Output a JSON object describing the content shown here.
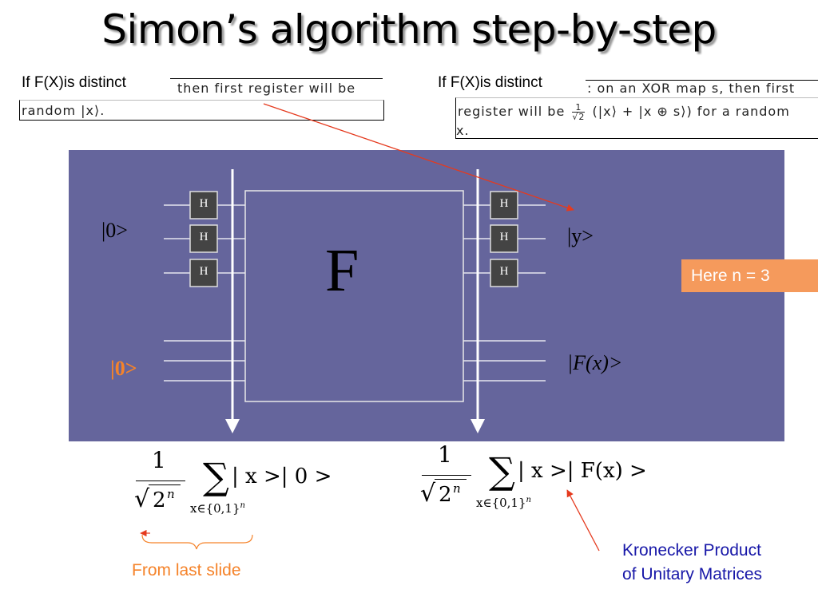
{
  "slide": {
    "title": "Simon’s algorithm step-by-step"
  },
  "conditions": {
    "left": {
      "label": "If F(X)is distinct",
      "snippet_line1": "then first register will be",
      "snippet_line2": "random |x⟩."
    },
    "right": {
      "label": "If F(X)is distinct",
      "snippet_line1": ": on an XOR map s, then first",
      "snippet_line2_pre": "register will be",
      "snippet_frac_num": "1",
      "snippet_frac_den": "√2",
      "snippet_line2_post": "(|x⟩ + |x ⊕ s⟩) for a random",
      "snippet_line3": "x."
    }
  },
  "circuit": {
    "input_top": "|0>",
    "input_bottom": "|0>",
    "gate_label": "H",
    "oracle_label": "F",
    "output_top": "|y>",
    "output_bottom": "|F(x)>",
    "callout": "Here n = 3"
  },
  "formulas": {
    "left": {
      "numerator": "1",
      "denominator_root": "2",
      "denominator_exp": "n",
      "sum": "∑",
      "body": "| x >| 0 >",
      "subscript": "x∈{0,1}",
      "subscript_exp": "n"
    },
    "right": {
      "numerator": "1",
      "denominator_root": "2",
      "denominator_exp": "n",
      "sum": "∑",
      "body": "| x >| F(x) >",
      "subscript": "x∈{0,1}",
      "subscript_exp": "n"
    }
  },
  "notes": {
    "from_last_slide": "From last slide",
    "kronecker_line1": "Kronecker Product",
    "kronecker_line2": "of Unitary Matrices"
  },
  "colors": {
    "panel": "#65659c",
    "orange": "#f5832a",
    "callout": "#f59a5c",
    "blue_text": "#1818a8",
    "arrow_red": "#e53a1e"
  }
}
